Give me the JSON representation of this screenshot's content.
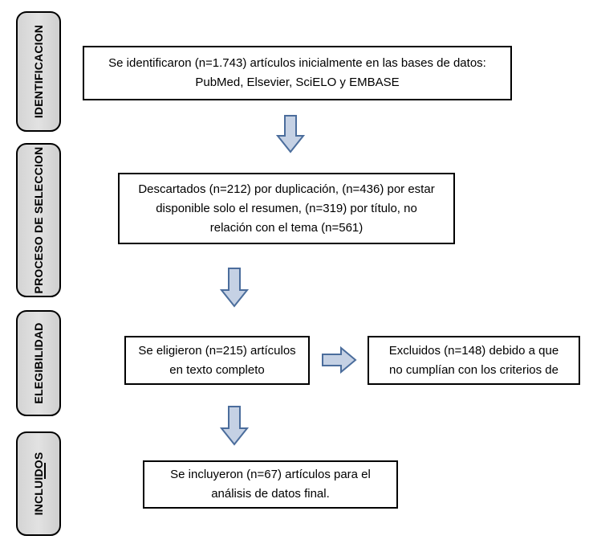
{
  "phases": {
    "identificacion": "IDENTIFICACION",
    "seleccion": "PROCESO DE SELECCION",
    "elegibilidad": "ELEGIBILIDAD",
    "incluidos": "INCLUIDOS"
  },
  "boxes": {
    "identified": "Se identificaron (n=1.743) artículos inicialmente en las bases de datos:\nPubMed,  Elsevier, SciELO y EMBASE",
    "discarded": "Descartados (n=212) por duplicación, (n=436) por estar\ndisponible solo el resumen, (n=319) por título, no\nrelación con el tema (n=561)",
    "eligible": "Se eligieron (n=215) artículos\nen texto completo",
    "excluded": "Excluidos (n=148) debido a que\nno cumplían con los criterios de",
    "included": "Se incluyeron  (n=67) artículos para el\nanálisis de datos final."
  },
  "colors": {
    "arrow_fill": "#c5d1e4",
    "arrow_stroke": "#4b6d9c",
    "phase_fill": "#d9d9d9"
  }
}
